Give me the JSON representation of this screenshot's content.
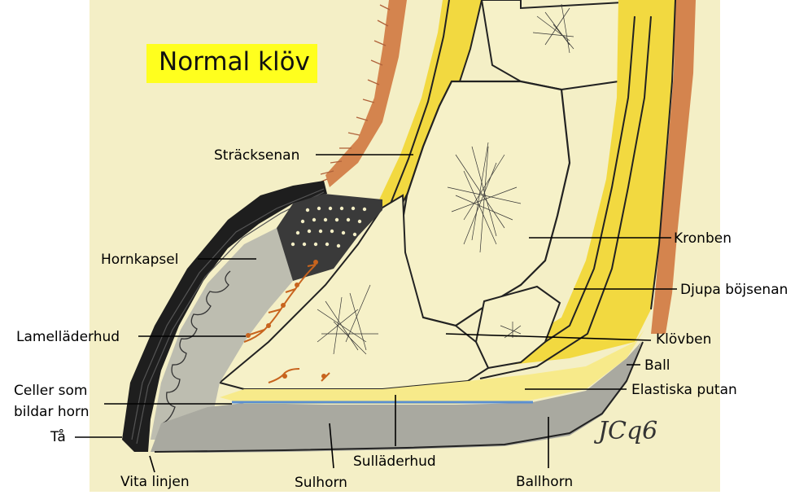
{
  "title": "Normal klöv",
  "signature": "JCq6",
  "labels": {
    "stracksenan": "Sträcksenan",
    "hornkapsel": "Hornkapsel",
    "lamellaederhud": "Lamelläderhud",
    "celler_line1": "Celler som",
    "celler_line2": "bildar horn",
    "ta": "Tå",
    "vita_linjen": "Vita linjen",
    "sulhorn": "Sulhorn",
    "sullaederhud": "Sulläderhud",
    "ballhorn": "Ballhorn",
    "kronben": "Kronben",
    "djupa_bojsenan": "Djupa böjsenan",
    "klovben": "Klövben",
    "ball": "Ball",
    "elastiska_putan": "Elastiska putan"
  },
  "colors": {
    "paper": "#f4efc6",
    "bone": "#f6f1c8",
    "tendon": "#f2d940",
    "tendon_light": "#f7ea8a",
    "skin": "#d4844e",
    "horn_dark": "#1e1e1e",
    "sole_gray": "#a9a9a0",
    "blood": "#c8641e",
    "highlight": "#ffff1e",
    "blue_line": "#5b8fd0"
  }
}
